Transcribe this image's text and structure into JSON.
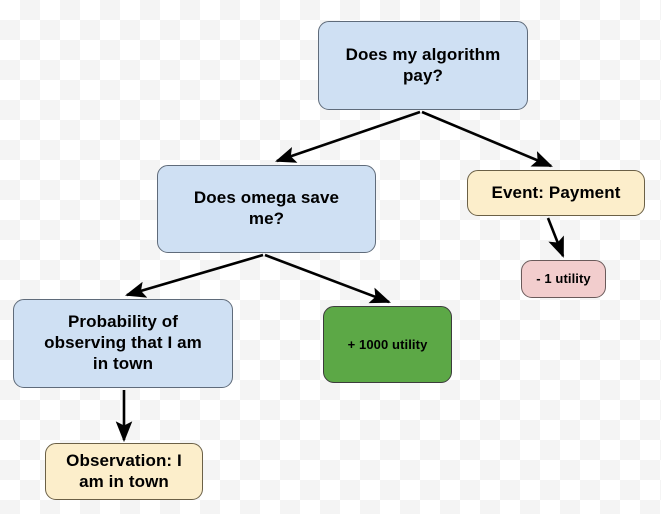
{
  "diagram": {
    "title": "Decision tree: Does my algorithm pay?",
    "type": "flowchart",
    "background": "transparent-checkerboard",
    "colors": {
      "decision_fill": "#cfe0f3",
      "decision_border": "#5f6b7a",
      "event_fill": "#fceecb",
      "event_border": "#6b6046",
      "negative_utility_fill": "#f2cdcd",
      "negative_utility_border": "#6a5a5a",
      "positive_utility_fill": "#5ca846",
      "positive_utility_border": "#3c3c3c",
      "edge": "#000000"
    },
    "nodes": [
      {
        "id": "algorithm-pay",
        "label": "Does my algorithm\npay?",
        "shape": "rounded-rect",
        "style": "decision"
      },
      {
        "id": "omega-save",
        "label": "Does omega save\nme?",
        "shape": "rounded-rect",
        "style": "decision"
      },
      {
        "id": "event-payment",
        "label": "Event: Payment",
        "shape": "rounded-rect",
        "style": "event"
      },
      {
        "id": "minus-utility",
        "label": "- 1 utility",
        "shape": "rounded-rect",
        "style": "negative-utility"
      },
      {
        "id": "probability-observing",
        "label": "Probability of\nobserving that I am\nin town",
        "shape": "rounded-rect",
        "style": "decision"
      },
      {
        "id": "plus-utility",
        "label": "+ 1000 utility",
        "shape": "rounded-rect",
        "style": "positive-utility"
      },
      {
        "id": "observation-town",
        "label": "Observation: I\nam in town",
        "shape": "rounded-rect",
        "style": "event"
      }
    ],
    "edges": [
      {
        "id": "edge-algorithm-to-omega",
        "from": "algorithm-pay",
        "to": "omega-save",
        "label": ""
      },
      {
        "id": "edge-algorithm-to-payment",
        "from": "algorithm-pay",
        "to": "event-payment",
        "label": ""
      },
      {
        "id": "edge-payment-to-minus",
        "from": "event-payment",
        "to": "minus-utility",
        "label": ""
      },
      {
        "id": "edge-omega-to-probability",
        "from": "omega-save",
        "to": "probability-observing",
        "label": ""
      },
      {
        "id": "edge-omega-to-plus",
        "from": "omega-save",
        "to": "plus-utility",
        "label": ""
      },
      {
        "id": "edge-probability-to-observation",
        "from": "probability-observing",
        "to": "observation-town",
        "label": ""
      }
    ]
  }
}
